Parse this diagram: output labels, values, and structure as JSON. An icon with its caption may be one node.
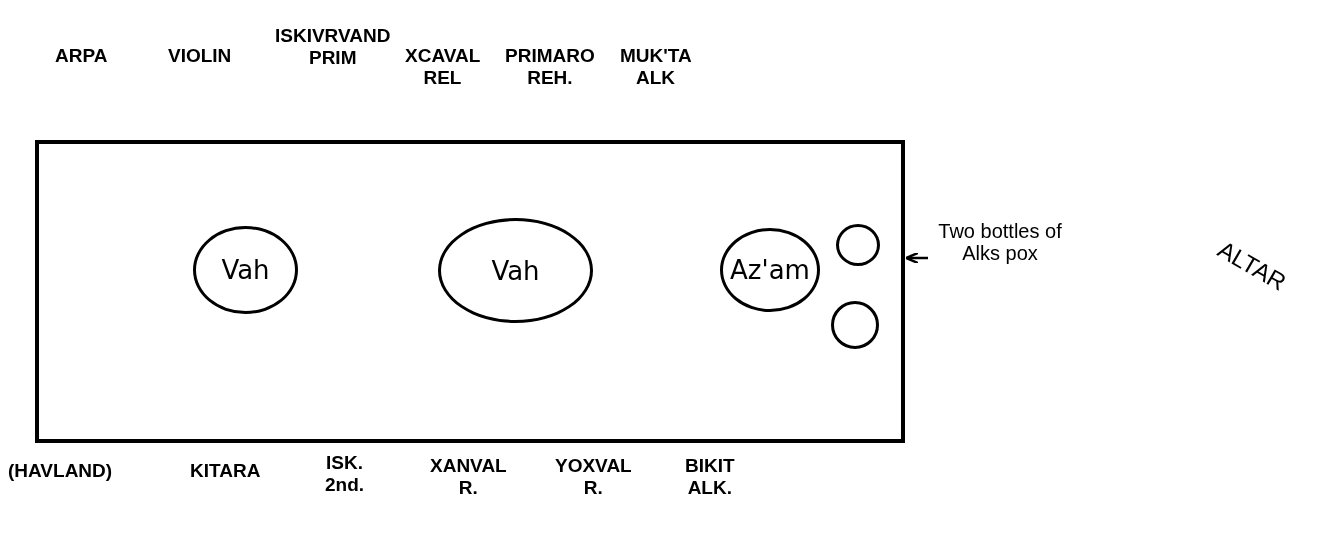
{
  "diagram": {
    "nodes": [
      {
        "text": [],
        "shape": "box"
      },
      {
        "text": [
          "Vah"
        ],
        "in": 0
      },
      {
        "text": [
          "Vah"
        ],
        "in": 0
      },
      {
        "text": [
          "Az'am"
        ],
        "in": 0
      },
      {
        "text": [],
        "shape": "circle",
        "in": 0
      },
      {
        "text": [],
        "shape": "circle",
        "in": 0
      },
      {
        "text": [
          "Two bottles of Alks pox"
        ]
      }
    ],
    "edges": [
      {
        "from": 6,
        "to": 0,
        "arrow": "to"
      }
    ],
    "labels": [
      "ARPA",
      "VIOLIN",
      "ISKIVRVAND PRIM",
      "XCAVAL REL",
      "PRIMARO REH.",
      "MUK'TA ALK",
      "ALTAR",
      "(HAVLAND)",
      "KITARA",
      "ISK. 2nd.",
      "XANVAL R.",
      "YOXVAL R.",
      "BIKIT ALK."
    ]
  }
}
